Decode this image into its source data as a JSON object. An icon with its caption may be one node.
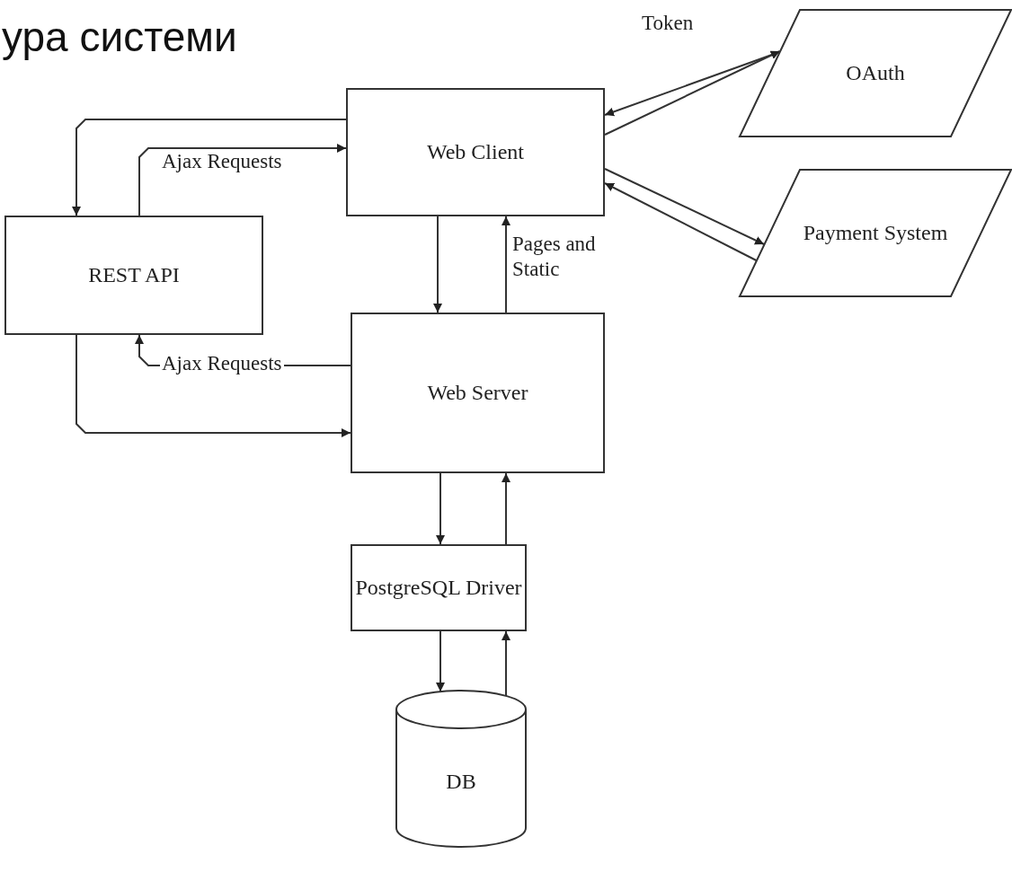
{
  "diagram": {
    "title": "ура системи",
    "nodes": [
      {
        "text": [
          "Web Client"
        ]
      },
      {
        "text": [
          "REST API"
        ]
      },
      {
        "text": [
          "Web Server"
        ]
      },
      {
        "text": [
          "PostgreSQL Driver"
        ]
      },
      {
        "text": [
          "DB"
        ]
      },
      {
        "text": [
          "OAuth"
        ]
      },
      {
        "text": [
          "Payment System"
        ]
      }
    ],
    "edges": [
      {
        "from": 0,
        "to": 1,
        "arrow": "to"
      },
      {
        "from": 1,
        "to": 0,
        "arrow": "to",
        "label": "Ajax Requests"
      },
      {
        "from": 0,
        "to": 2,
        "arrow": "to"
      },
      {
        "from": 2,
        "to": 0,
        "arrow": "to",
        "label": "Pages and Static"
      },
      {
        "from": 2,
        "to": 1,
        "arrow": "to",
        "label": "Ajax Requests"
      },
      {
        "from": 1,
        "to": 2,
        "arrow": "to"
      },
      {
        "from": 2,
        "to": 3,
        "arrow": "to"
      },
      {
        "from": 3,
        "to": 2,
        "arrow": "to"
      },
      {
        "from": 3,
        "to": 4,
        "arrow": "to"
      },
      {
        "from": 4,
        "to": 3,
        "arrow": "to"
      },
      {
        "from": 5,
        "to": 0,
        "arrow": "to",
        "label": "Token"
      },
      {
        "from": 0,
        "to": 5,
        "arrow": "to"
      },
      {
        "from": 6,
        "to": 0,
        "arrow": "to"
      },
      {
        "from": 0,
        "to": 6,
        "arrow": "to"
      }
    ]
  }
}
